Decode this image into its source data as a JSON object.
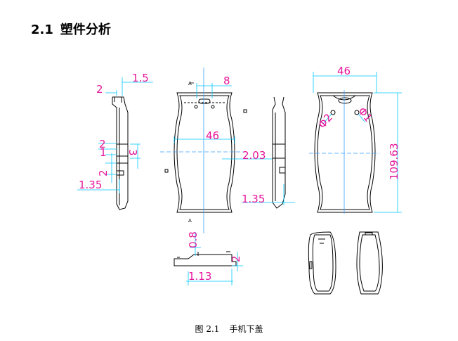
{
  "heading": {
    "number": "2.1",
    "title": "塑件分析"
  },
  "caption": {
    "label": "图 2.1",
    "text": "手机下盖"
  },
  "dimensions": {
    "side_top_width": "1.5",
    "side_top_offset": "2",
    "side_mid_2": "2",
    "side_mid_1": "1",
    "side_mid_3": "3",
    "side_mid_2b": "2",
    "side_bottom": "1.35",
    "front_slot": "8",
    "front_width": "46",
    "front_depth": "2.03",
    "right_side_bottom": "1.35",
    "back_width": "46",
    "back_hole_left": "Φ2",
    "back_hole_right": "Φ1",
    "back_height": "109.63",
    "section_height": "0.8",
    "section_step": "2",
    "section_length": "1.13"
  },
  "section_marks": {
    "top": "A",
    "bottom": "A"
  }
}
